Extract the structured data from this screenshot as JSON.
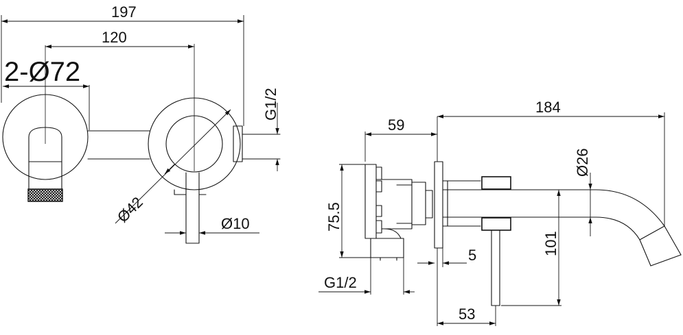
{
  "dimensions": {
    "overall_width": "197",
    "center_distance": "120",
    "escutcheon_diameter": "2-Ø72",
    "thread_right": "G1/2",
    "body_diameter": "Ø42",
    "lever_diameter": "Ø10",
    "depth_body": "59",
    "spout_reach": "184",
    "spout_diameter": "Ø26",
    "body_height": "75.5",
    "spout_height": "101",
    "plate_thickness": "5",
    "thread_bottom": "G1/2",
    "lever_offset": "53"
  }
}
